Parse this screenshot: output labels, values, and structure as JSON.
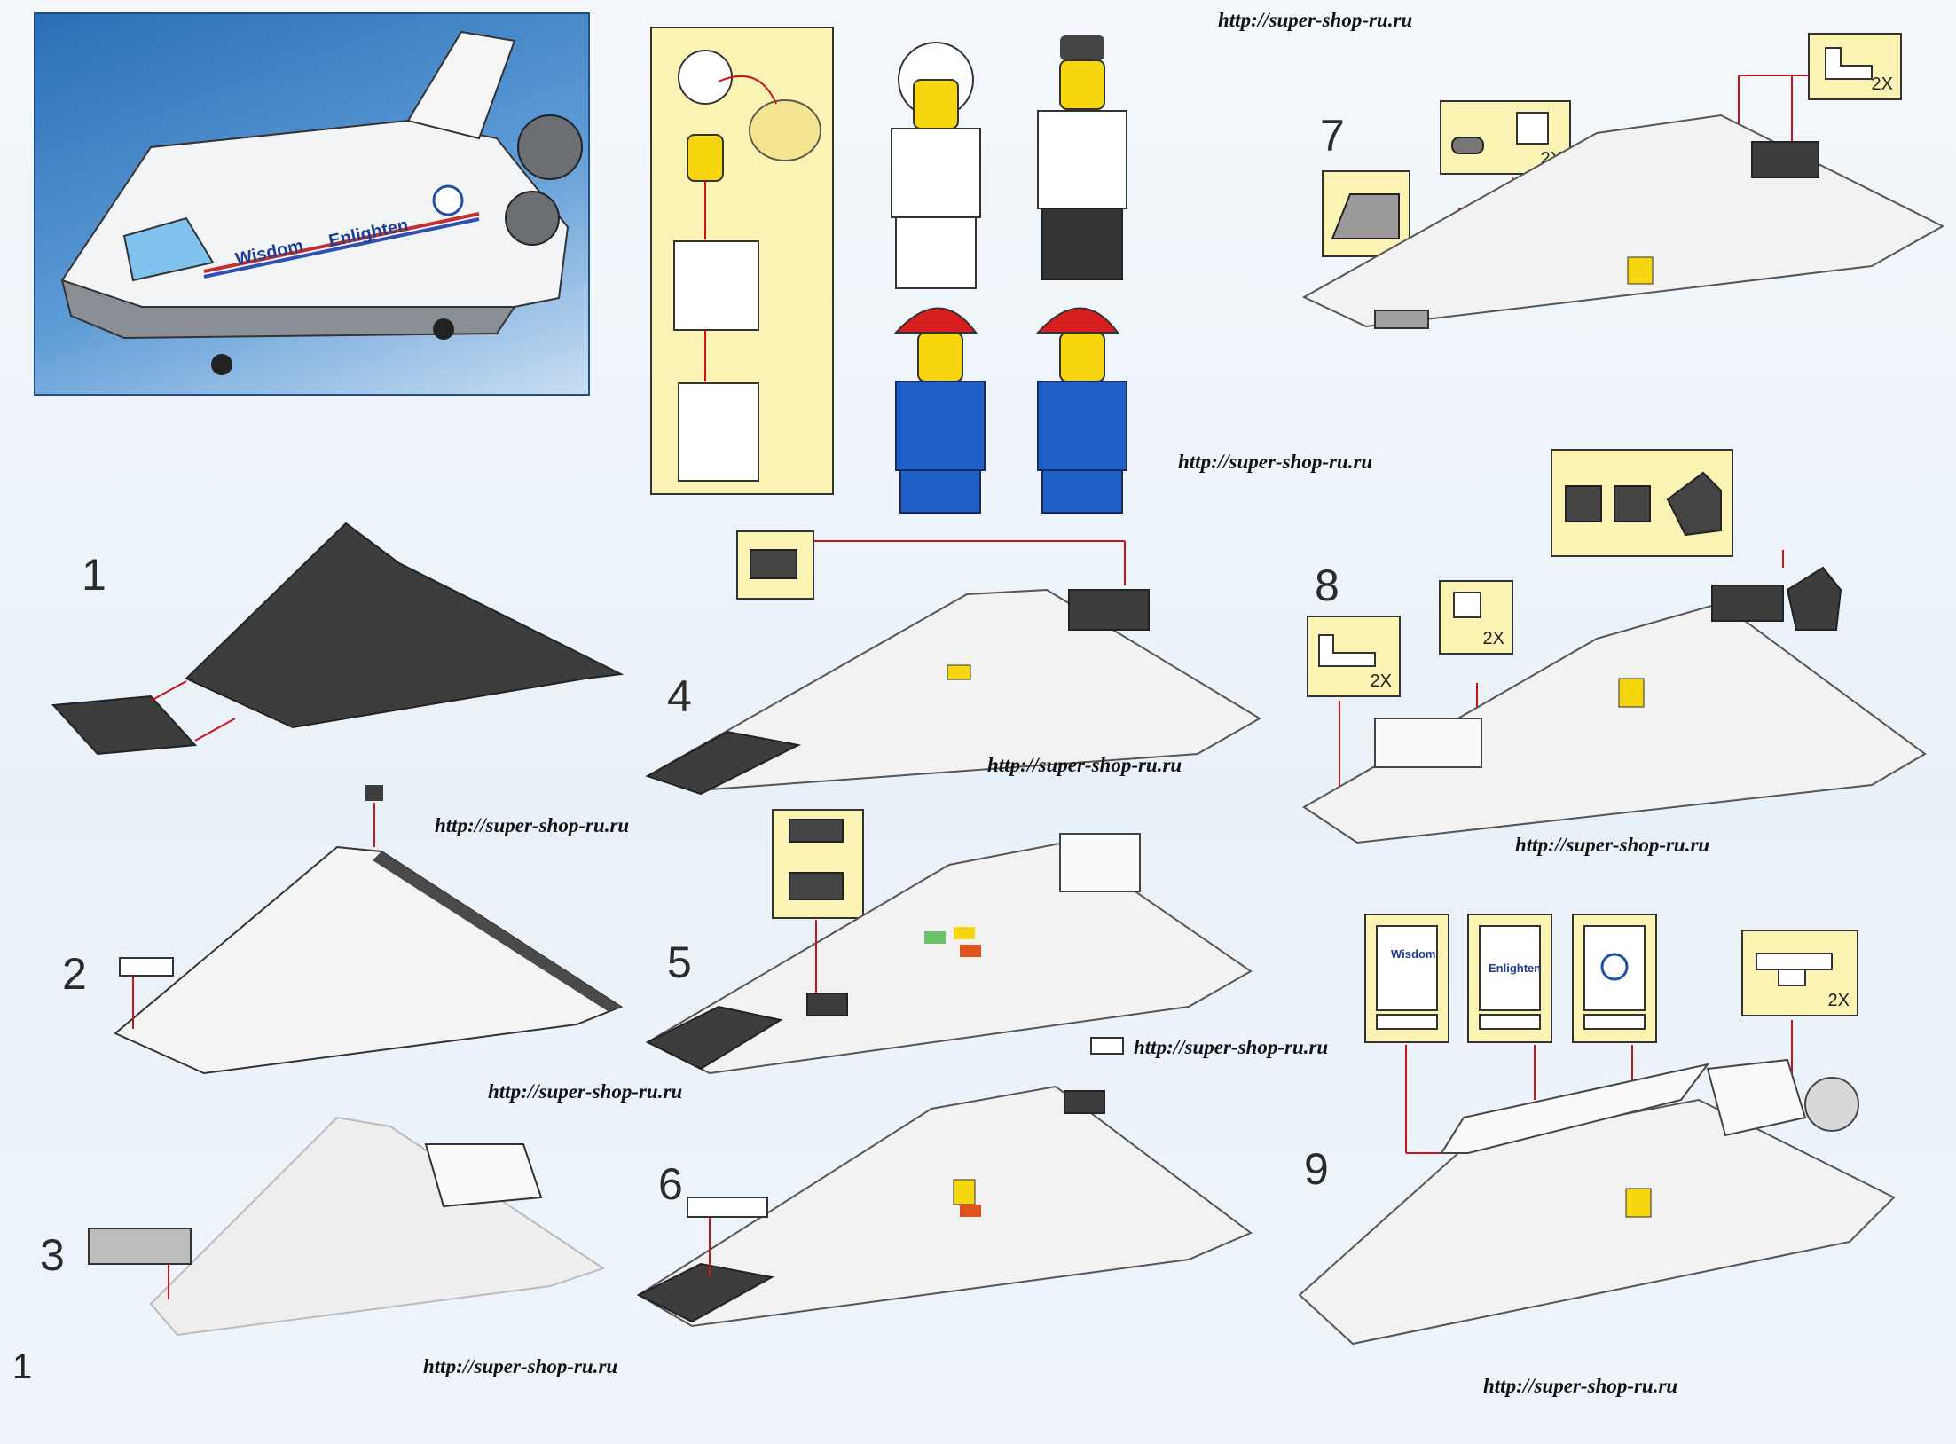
{
  "page": {
    "number": "1"
  },
  "watermark": "http://super-shop-ru.ru",
  "steps": {
    "s1": "1",
    "s2": "2",
    "s3": "3",
    "s4": "4",
    "s5": "5",
    "s6": "6",
    "s7": "7",
    "s8": "8",
    "s9": "9"
  },
  "cover": {
    "label_left": "Wisdom",
    "label_right": "Enlighten"
  },
  "panels": {
    "wisdom": "Wisdom",
    "enlighten": "Enlighten"
  },
  "quantities": {
    "q7a": "2X",
    "q7b": "2X",
    "q8a": "2X",
    "q8b": "2X",
    "q9": "2X"
  },
  "colors": {
    "callout_bg": "#fbf3b4",
    "arrow": "#c8151b",
    "dark_brick": "#3b3b3b",
    "minifig_blue": "#1f5fc8",
    "minifig_red": "#d81e1e",
    "minifig_yellow": "#f5d60f"
  }
}
